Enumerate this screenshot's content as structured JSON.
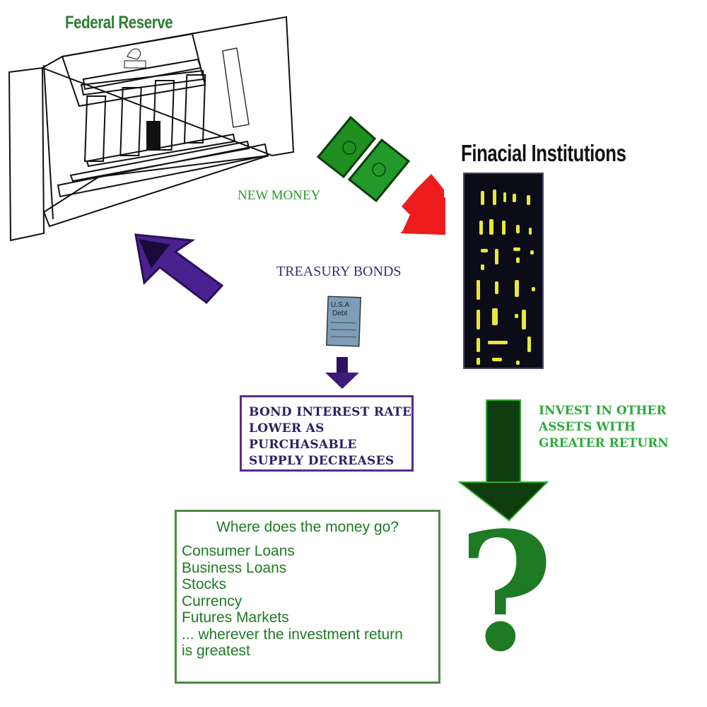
{
  "federal_reserve": {
    "title": "Federal Reserve"
  },
  "financial_institutions": {
    "title": "Finacial Institutions"
  },
  "new_money": {
    "label": "NEW MONEY"
  },
  "treasury_bonds": {
    "label": "TREASURY BONDS",
    "bond_note": "USA Debt"
  },
  "bond_effect": {
    "lines": [
      "BOND INTEREST RATE",
      "LOWER AS",
      "PURCHASABLE",
      "SUPPLY DECREASES"
    ]
  },
  "invest": {
    "lines": [
      "INVEST IN OTHER",
      "ASSETS WITH",
      "GREATER RETURN"
    ]
  },
  "money_destination": {
    "question": "Where does the money go?",
    "items": [
      "Consumer Loans",
      "Business Loans",
      "Stocks",
      "Currency",
      "Futures Markets",
      "... wherever the investment return",
      "is greatest"
    ]
  },
  "colors": {
    "fed_green": "#2e7d32",
    "money_arrow_red": "#ee1c1c",
    "bond_arrow_purple": "#3d1a78",
    "invest_arrow_green": "#0f5a0f",
    "question_green": "#1f7a24",
    "building_dark": "#0c0c18",
    "window_yellow": "#e8e83a"
  }
}
